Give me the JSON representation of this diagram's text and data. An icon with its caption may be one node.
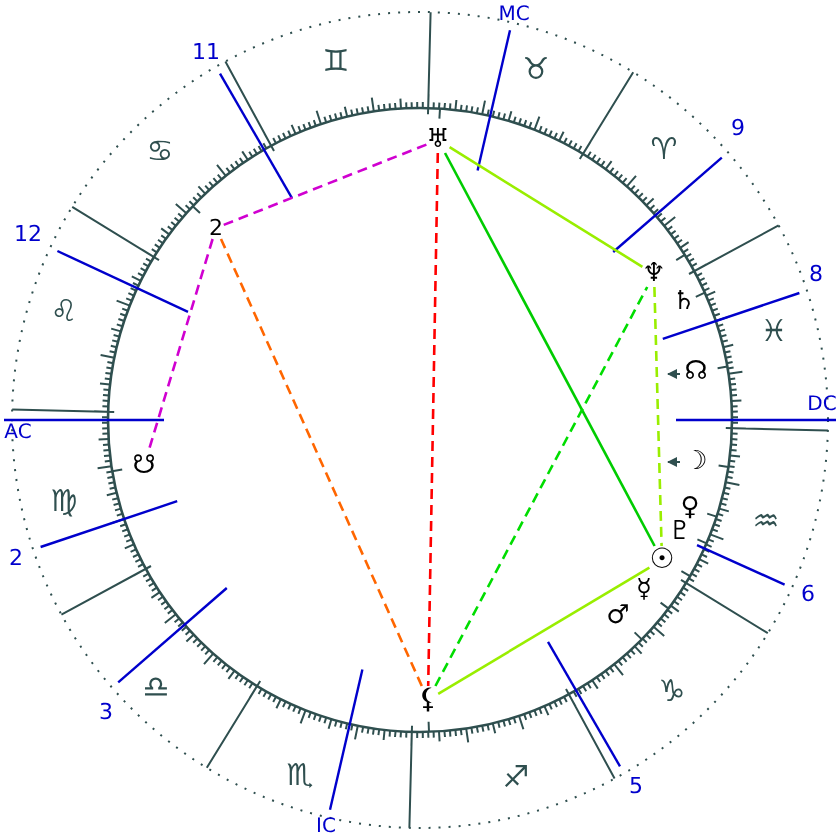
{
  "diagram": {
    "nodes": [
      {
        "text": [
          "♅"
        ]
      },
      {
        "text": [
          "2"
        ]
      },
      {
        "text": [
          "♆"
        ]
      },
      {
        "text": [
          "☋"
        ]
      },
      {
        "text": [
          "☉"
        ]
      },
      {
        "text": [
          "⚸"
        ]
      }
    ],
    "edges": [
      {
        "from": 0,
        "to": 1,
        "arrow": "none",
        "style": "dashed",
        "color": "#d000d0"
      },
      {
        "from": 0,
        "to": 5,
        "arrow": "none",
        "style": "dashed",
        "color": "#ff0000"
      },
      {
        "from": 0,
        "to": 2,
        "arrow": "none",
        "color": "#99ee00"
      },
      {
        "from": 0,
        "to": 4,
        "arrow": "none",
        "color": "#00cc00"
      },
      {
        "from": 1,
        "to": 5,
        "arrow": "none",
        "style": "dashed",
        "color": "#ff6600"
      },
      {
        "from": 1,
        "to": 3,
        "arrow": "none",
        "style": "dashed",
        "color": "#d000d0"
      },
      {
        "from": 2,
        "to": 4,
        "arrow": "none",
        "style": "dashed",
        "color": "#99ee00"
      },
      {
        "from": 5,
        "to": 2,
        "arrow": "none",
        "style": "dashed",
        "color": "#00dd00"
      },
      {
        "from": 5,
        "to": 4,
        "arrow": "none",
        "color": "#99ee00"
      }
    ],
    "labels": [
      "MC",
      "11",
      "♊",
      "♉",
      "9",
      "♋",
      "♈",
      "12",
      "8",
      "♄",
      "♌",
      "♓",
      "☊",
      "AC",
      "DC",
      "☽",
      "♍",
      "♀",
      "♒",
      "♇",
      "2",
      "☿",
      "6",
      "♂",
      "♎",
      "♑",
      "3",
      "♏",
      "♐",
      "5",
      "IC"
    ]
  }
}
